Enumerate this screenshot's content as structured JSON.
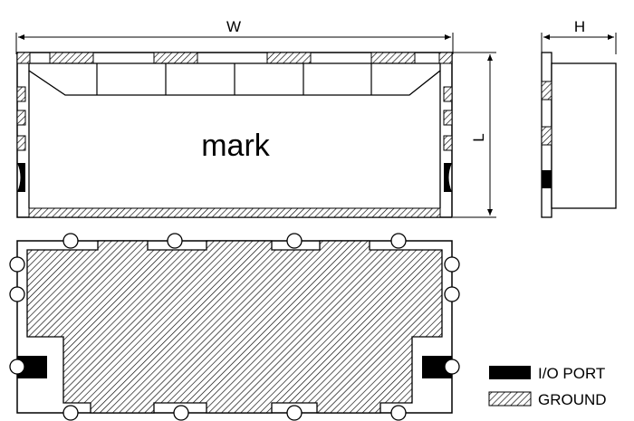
{
  "dimensions": {
    "width_label": "W",
    "height_label": "H",
    "length_label": "L"
  },
  "top_view": {
    "marking_text": "mark"
  },
  "legend": {
    "io_port_label": "I/O PORT",
    "ground_label": "GROUND"
  },
  "colors": {
    "line": "#000000",
    "io_port_fill": "#000000",
    "ground_hatch": "#000000",
    "background": "#ffffff"
  }
}
